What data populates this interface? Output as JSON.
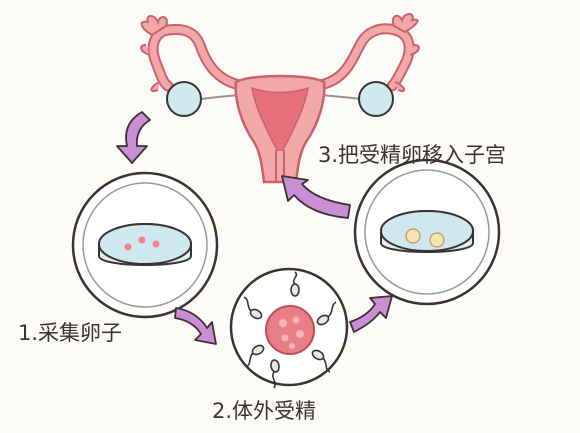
{
  "steps": [
    {
      "label": "1.采集卵子"
    },
    {
      "label": "2.体外受精"
    },
    {
      "label": "3.把受精卵移入子宫"
    }
  ],
  "colors": {
    "uterus_fill": "#f2a8a8",
    "uterus_inner": "#e8707a",
    "uterus_line": "#c9626a",
    "ovary_fill": "#cfe9ee",
    "dish_fill": "#cfe8ef",
    "arrow_fill": "#c88ed6",
    "egg_pink": "#f08585",
    "cell_fill": "#e87f86",
    "outline": "#3c3330"
  }
}
